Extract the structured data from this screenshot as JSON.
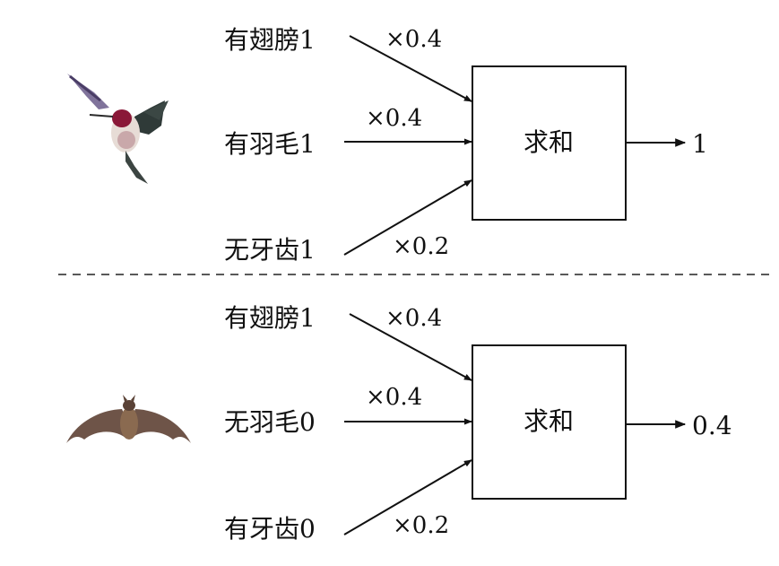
{
  "top_panel": {
    "inputs": [
      {
        "label": "有翅膀1",
        "weight": "×0.4"
      },
      {
        "label": "有羽毛1",
        "weight": "×0.4"
      },
      {
        "label": "无牙齿1",
        "weight": "×0.2"
      }
    ],
    "box_label": "求和",
    "output": "1",
    "animal_icon": "hummingbird-icon"
  },
  "bottom_panel": {
    "inputs": [
      {
        "label": "有翅膀1",
        "weight": "×0.4"
      },
      {
        "label": "无羽毛0",
        "weight": "×0.4"
      },
      {
        "label": "有牙齿0",
        "weight": "×0.2"
      }
    ],
    "box_label": "求和",
    "output": "0.4",
    "animal_icon": "bat-icon"
  }
}
